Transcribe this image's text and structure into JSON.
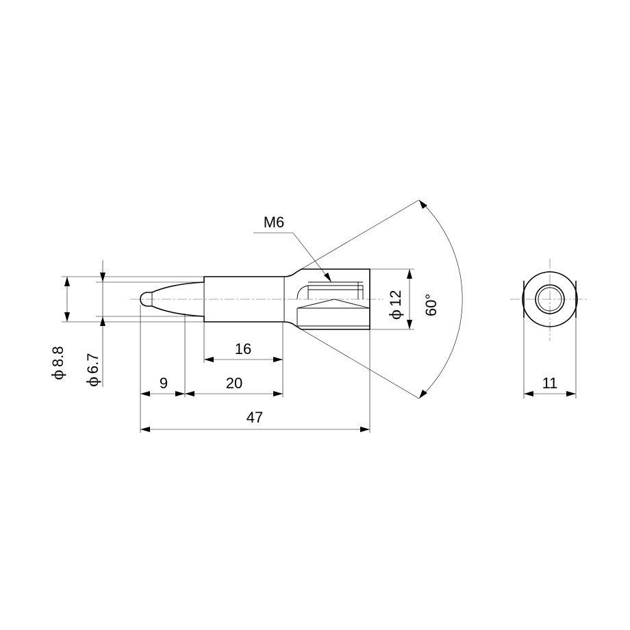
{
  "dimensions": {
    "overall_length": "47",
    "tip_length": "9",
    "body_length": "20",
    "thread_depth": "16",
    "thread_label": "M6",
    "diameter_outer": "12",
    "diameter_8_8": "8.8",
    "diameter_6_7": "6.7",
    "angle": "60°",
    "end_view_width": "11"
  },
  "symbols": {
    "diameter": "ϕ"
  }
}
